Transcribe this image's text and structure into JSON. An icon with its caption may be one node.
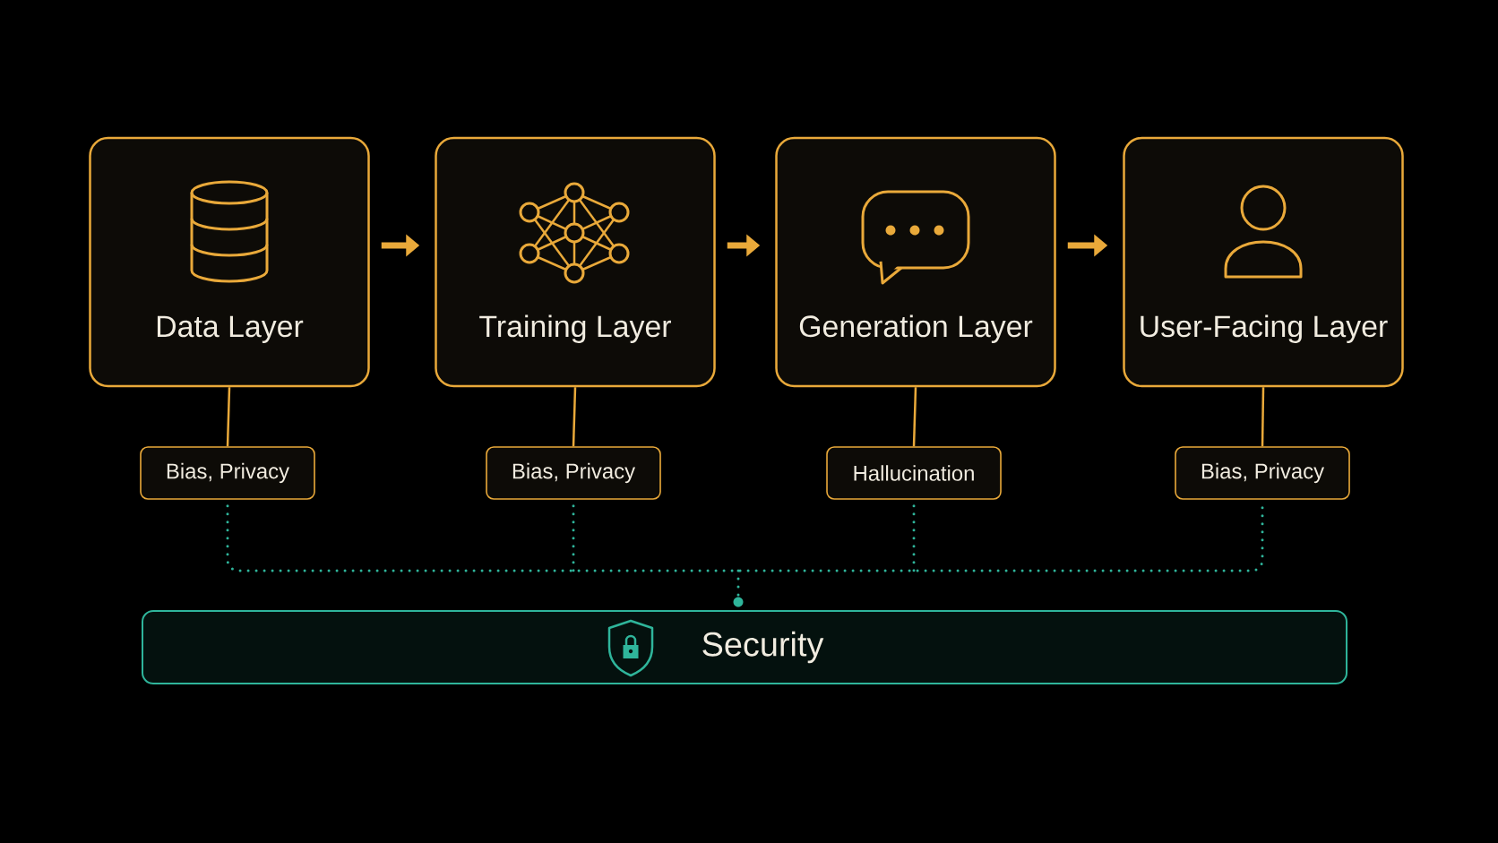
{
  "diagram": {
    "nodes": [
      {
        "text": [
          "Data Layer"
        ]
      },
      {
        "text": [
          "Training Layer"
        ]
      },
      {
        "text": [
          "Generation Layer"
        ]
      },
      {
        "text": [
          "User-Facing Layer"
        ]
      },
      {
        "text": [
          "Bias, Privacy"
        ]
      },
      {
        "text": [
          "Bias, Privacy"
        ]
      },
      {
        "text": [
          "Hallucination"
        ]
      },
      {
        "text": [
          "Bias, Privacy"
        ]
      },
      {
        "text": [],
        "shape": "circle"
      },
      {
        "text": [
          "Security"
        ]
      }
    ],
    "edges": [
      {
        "from": 0,
        "to": 1,
        "arrow": "to",
        "style": "thick"
      },
      {
        "from": 1,
        "to": 2,
        "arrow": "to",
        "style": "thick"
      },
      {
        "from": 2,
        "to": 3,
        "arrow": "to",
        "style": "thick"
      },
      {
        "from": 0,
        "to": 4,
        "arrow": "none"
      },
      {
        "from": 1,
        "to": 5,
        "arrow": "none"
      },
      {
        "from": 2,
        "to": 6,
        "arrow": "none"
      },
      {
        "from": 3,
        "to": 7,
        "arrow": "none"
      },
      {
        "from": 4,
        "to": 8,
        "arrow": "none",
        "style": "dashed",
        "color": "#2fb59b"
      },
      {
        "from": 5,
        "to": 8,
        "arrow": "none",
        "style": "dashed",
        "color": "#2fb59b"
      },
      {
        "from": 6,
        "to": 8,
        "arrow": "none",
        "style": "dashed",
        "color": "#2fb59b"
      },
      {
        "from": 7,
        "to": 8,
        "arrow": "none",
        "style": "dashed",
        "color": "#2fb59b"
      }
    ]
  }
}
